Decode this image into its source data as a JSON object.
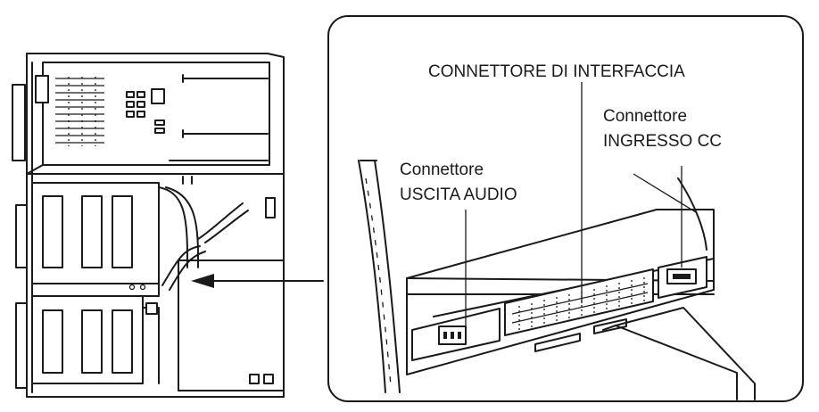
{
  "labels": {
    "interface_connector": "CONNETTORE DI INTERFACCIA",
    "dc_in_line1": "Connettore",
    "dc_in_line2": "INGRESSO CC",
    "audio_out_line1": "Connettore",
    "audio_out_line2": "USCITA AUDIO"
  }
}
